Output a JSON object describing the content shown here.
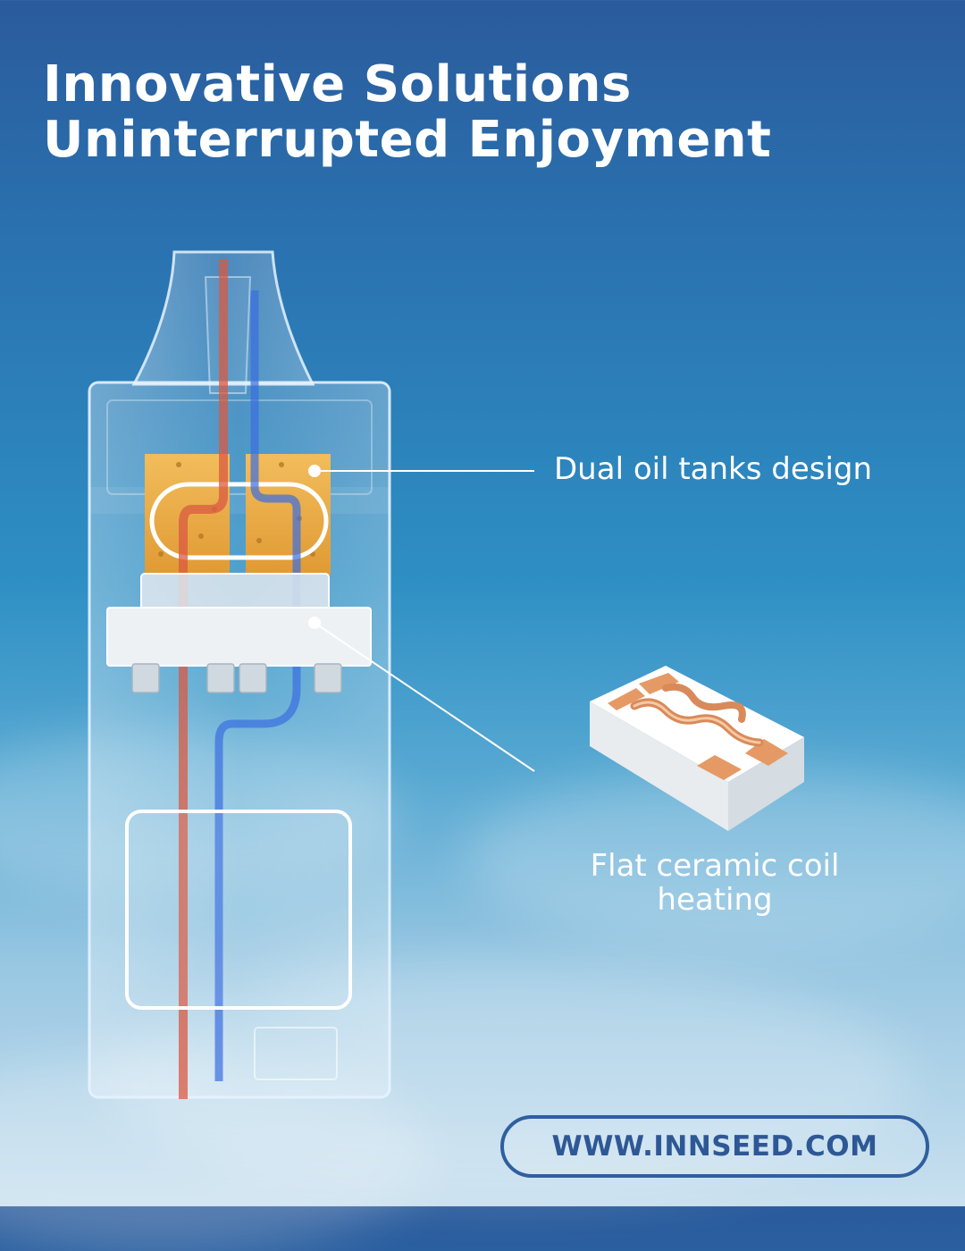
{
  "headline": {
    "line1": "Innovative Solutions",
    "line2": "Uninterrupted Enjoyment"
  },
  "callouts": {
    "dual_tanks": "Dual oil tanks design",
    "ceramic_coil_line1": "Flat ceramic coil",
    "ceramic_coil_line2": "heating"
  },
  "footer": {
    "url": "WWW.INNSEED.COM"
  },
  "colors": {
    "accent": "#2f5f9f",
    "tank_gold": "#e9ac4a",
    "airflow_red": "#d95a42",
    "airflow_blue": "#3a6ee0",
    "coil_copper": "#d98a5a"
  },
  "icons": {
    "device": "vape-pod-device-icon",
    "coil": "ceramic-coil-icon"
  }
}
